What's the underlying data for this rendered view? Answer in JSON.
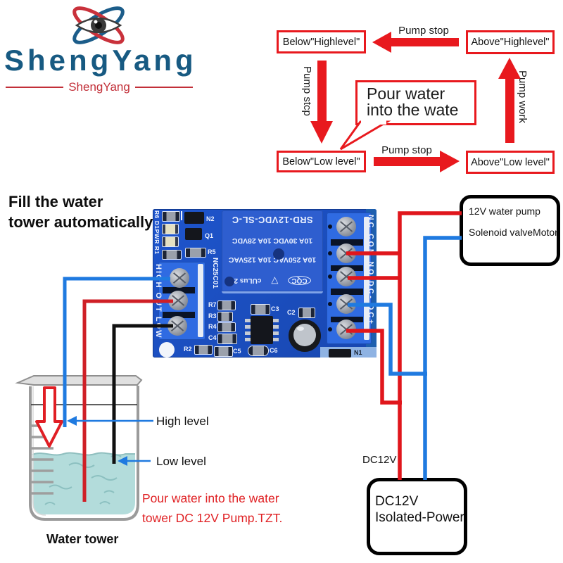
{
  "colors": {
    "accent_red": "#e8191e",
    "wire_red": "#d4201f",
    "wire_blue": "#1f7ae0",
    "wire_black": "#101010",
    "pcb_blue": "#1e55cd",
    "terminal_blue": "#2f6be2",
    "water_teal": "#b3dcdb",
    "logo_blue": "#175a82",
    "logo_red": "#c22f38"
  },
  "logo": {
    "title": "ShengYang",
    "subtitle": "ShengYang"
  },
  "heading": {
    "line1": "Fill the water",
    "line2": "tower automatically"
  },
  "flow": {
    "below_high": "Below\"Highlevel\"",
    "above_high": "Above\"Highlevel\"",
    "below_low": "Below\"Low level\"",
    "above_low": "Above\"Low level\"",
    "pump_stop_top": "Pump stop",
    "pump_stop_bottom": "Pump stop",
    "pump_stcp": "Pump stcp",
    "pump_work": "Pump work",
    "bubble_line1": "Pour water",
    "bubble_line2": "into the wate"
  },
  "pcb": {
    "relay": {
      "model": "SRD-12VDC-SL-C",
      "vac": "10A 250VAC  10A 125VAC",
      "vdc": "10A 30VDC  10A 28VDC",
      "logo_ul": "cULus 2",
      "logo_tri": "▽",
      "logo_cqc": "CQC"
    },
    "labels": {
      "left_col": "R6 D1PWR R1",
      "left_terminal": "HIGH OUT LOW",
      "chip": "NC25C01",
      "right_terminal": "NC COM NO DC- DC+",
      "n2": "N2",
      "q1": "Q1",
      "r5": "R5",
      "r7": "R7",
      "r3": "R3",
      "r4": "R4",
      "c4": "C4",
      "c3": "C3",
      "c2": "C2",
      "r2": "R2",
      "c5": "C5",
      "c6": "C6",
      "n1": "N1"
    }
  },
  "right": {
    "pump_box_line1": "12V water pump",
    "pump_box_line2": "Solenoid valveMotor",
    "dc_label": "DC12V",
    "power_box_line1": "DC12V",
    "power_box_line2": "Isolated-Power"
  },
  "tank": {
    "high": "High level",
    "low": "Low level",
    "caption": "Water tower",
    "note_line1": "Pour water into the water",
    "note_line2": "tower DC 12V Pump.TZT."
  }
}
